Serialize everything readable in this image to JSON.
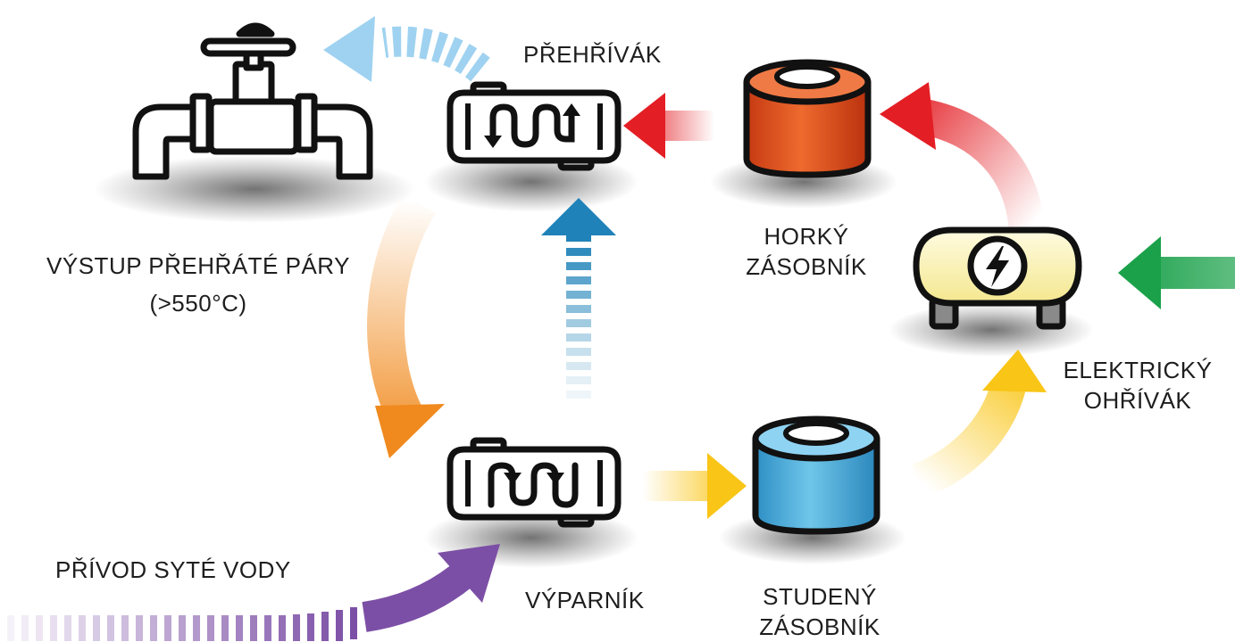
{
  "labels": {
    "superheater": "PŘEHŘÍVÁK",
    "superheated_outlet_line1": "VÝSTUP PŘEHŘÁTÉ PÁRY",
    "superheated_outlet_line2": "(>550°C)",
    "hot_storage_line1": "HORKÝ",
    "hot_storage_line2": "ZÁSOBNÍK",
    "electric_heater_line1": "ELEKTRICKÝ",
    "electric_heater_line2": "OHŘÍVÁK",
    "feedwater_inlet": "PŘÍVOD SYTÉ VODY",
    "evaporator": "VÝPARNÍK",
    "cold_storage_line1": "STUDENÝ",
    "cold_storage_line2": "ZÁSOBNÍK"
  },
  "icons": {
    "valve": "pipe-valve-icon",
    "superheater": "heat-exchanger-icon",
    "evaporator": "heat-exchanger-icon",
    "hot_tank": "storage-tank-icon",
    "cold_tank": "storage-tank-icon",
    "heater": "electric-heater-icon"
  },
  "colors": {
    "hot_flow": "#e31e24",
    "cold_flow": "#f9c516",
    "steam_out": "#9fd2f0",
    "superheated_flow": "#f08a1e",
    "steam_up": "#1f82b8",
    "feedwater": "#7c4fa6",
    "electric_input": "#1aa14a",
    "hot_tank": "#e1531c",
    "cold_tank": "#4fb1de",
    "heater_body": "#fbf5c4"
  }
}
